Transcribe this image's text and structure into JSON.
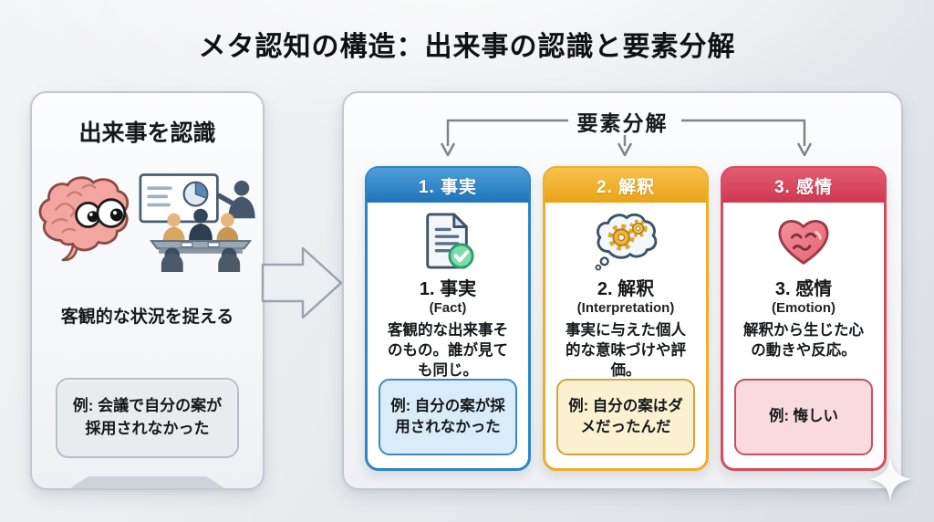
{
  "title": "メタ認知の構造：出来事の認識と要素分解",
  "left_panel": {
    "header": "出来事を認識",
    "illustration_icons": [
      "brain-with-eyes-icon",
      "meeting-presentation-icon"
    ],
    "caption": "客観的な状況を捉える",
    "example": "例: 会議で自分の案が採用されなかった"
  },
  "flow": {
    "arrow_icon": "right-arrow-icon"
  },
  "right_panel": {
    "header": "要素分解",
    "cards": [
      {
        "header": "1. 事実",
        "icon": "document-check-icon",
        "title": "1. 事実",
        "subtitle": "(Fact)",
        "description": "客観的な出来事そのもの。誰が見ても同じ。",
        "example": "例: 自分の案が採用されなかった",
        "colors": {
          "accent": "#2d85c5",
          "header_top": "#4f9ed8",
          "header_bottom": "#1f74ba",
          "example_bg": "#d9ecf8",
          "example_border": "#3e88c2"
        }
      },
      {
        "header": "2. 解釈",
        "icon": "thought-gears-icon",
        "title": "2. 解釈",
        "subtitle": "(Interpretation)",
        "description": "事実に与えた個人的な意味づけや評価。",
        "example": "例: 自分の案はダメだったんだ",
        "colors": {
          "accent": "#f0ad29",
          "header_top": "#f7c14e",
          "header_bottom": "#eba316",
          "example_bg": "#fbf1d0",
          "example_border": "#cfa43e"
        }
      },
      {
        "header": "3. 感情",
        "icon": "heart-face-icon",
        "title": "3. 感情",
        "subtitle": "(Emotion)",
        "description": "解釈から生じた心の動きや反応。",
        "example": "例: 悔しい",
        "colors": {
          "accent": "#d84a60",
          "header_top": "#e45c70",
          "header_bottom": "#ce3850",
          "example_bg": "#f9dade",
          "example_border": "#c65063"
        }
      }
    ]
  }
}
